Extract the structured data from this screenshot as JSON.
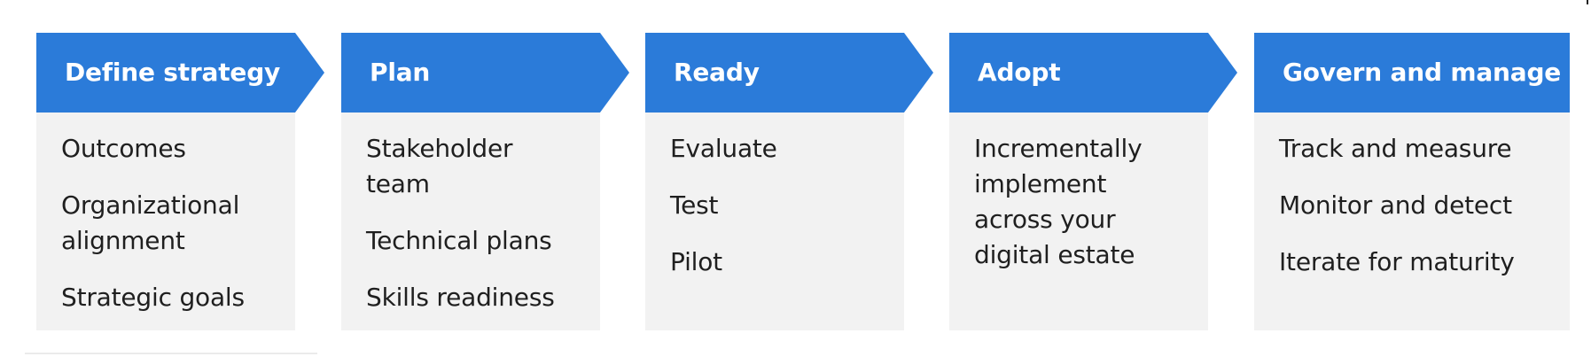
{
  "diagram": {
    "accent_color": "#2b7bd9",
    "body_color": "#f2f2f2",
    "stages": [
      {
        "title": "Define strategy",
        "items": [
          "Outcomes",
          "Organizational alignment",
          "Strategic goals"
        ]
      },
      {
        "title": "Plan",
        "items": [
          "Stakeholder team",
          "Technical plans",
          "Skills readiness"
        ]
      },
      {
        "title": "Ready",
        "items": [
          "Evaluate",
          "Test",
          "Pilot"
        ]
      },
      {
        "title": "Adopt",
        "items": [
          "Incrementally implement across your digital estate"
        ]
      },
      {
        "title": "Govern and manage",
        "items": [
          "Track and measure",
          "Monitor and detect",
          "Iterate for maturity"
        ]
      }
    ]
  }
}
